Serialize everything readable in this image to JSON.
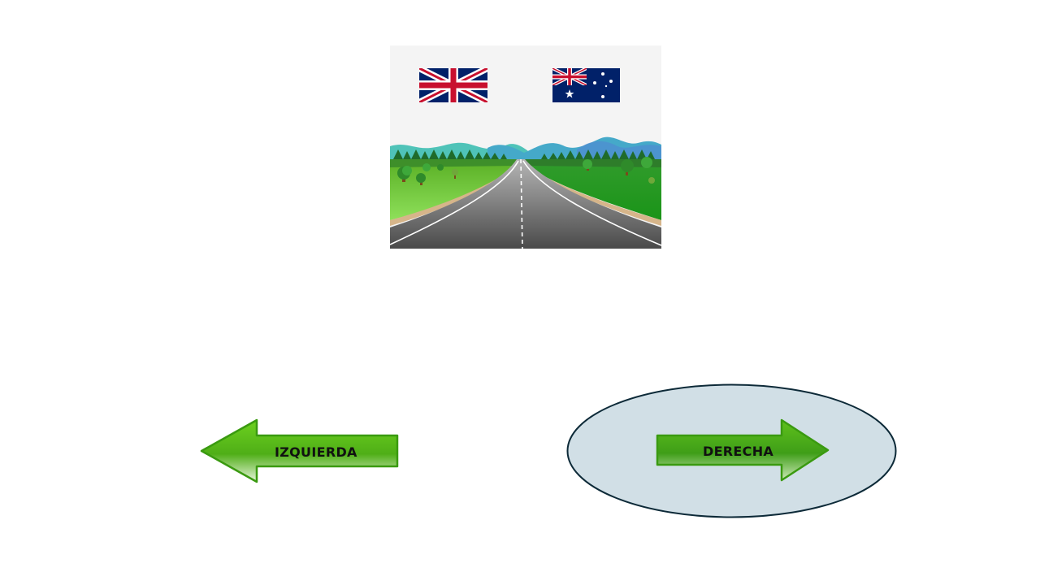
{
  "scene": {
    "image_label": "road-with-flags",
    "flags": [
      "united-kingdom-flag",
      "australia-flag"
    ]
  },
  "options": {
    "left_label": "IZQUIERDA",
    "right_label": "DERECHA",
    "selected": "right"
  },
  "colors": {
    "arrow_green": "#4caf1a",
    "arrow_border": "#3a8f0f",
    "selection_fill": "#d1dfe6",
    "selection_border": "#0d2a38"
  }
}
